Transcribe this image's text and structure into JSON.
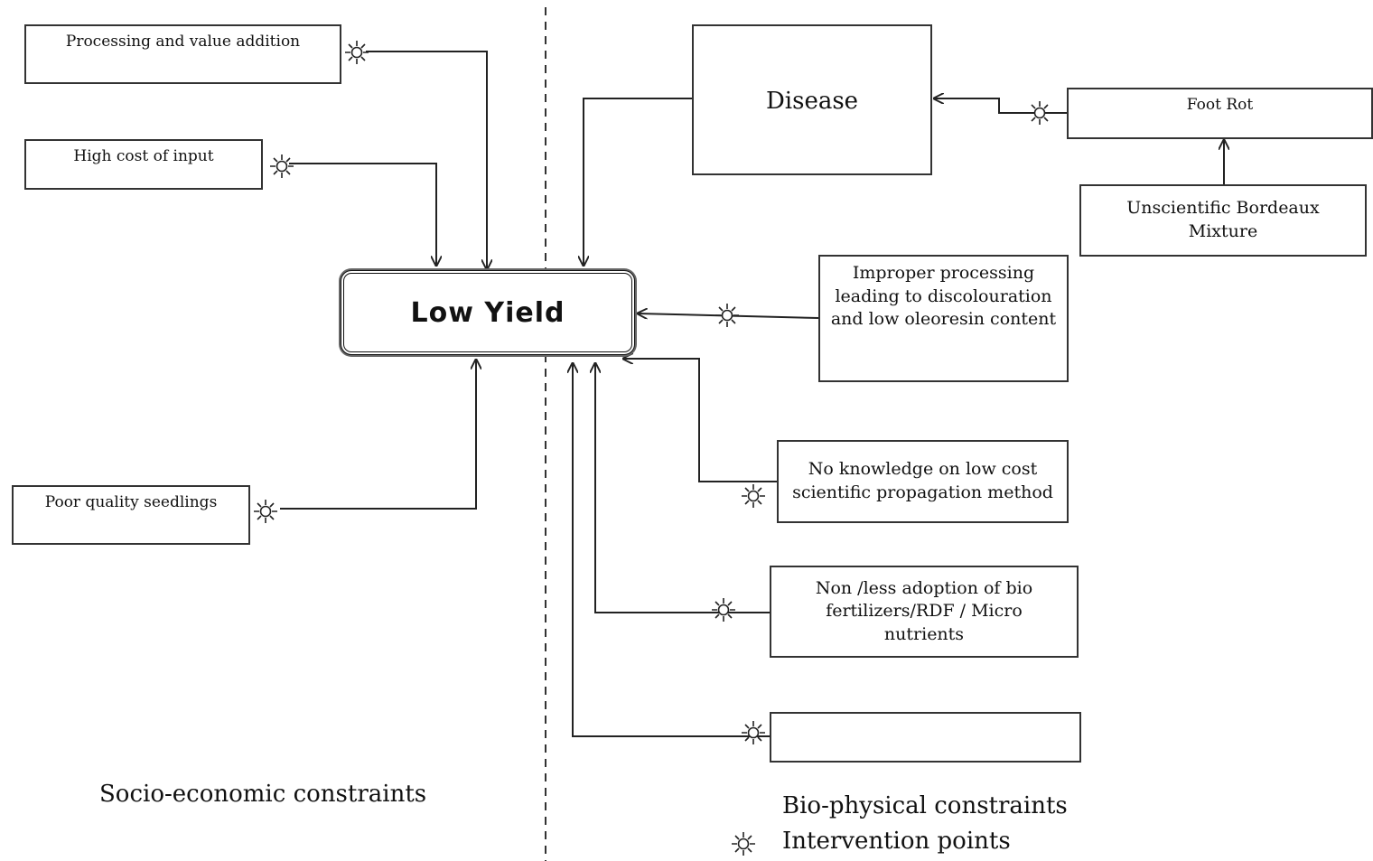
{
  "center": {
    "label": "Low Yield"
  },
  "socio_economic": {
    "heading": "Socio-economic constraints",
    "boxes": [
      "Processing and value addition",
      "High cost of input",
      "Poor quality seedlings"
    ]
  },
  "bio_physical": {
    "heading": "Bio-physical constraints",
    "disease": "Disease",
    "foot_rot": "Foot Rot",
    "bordeaux": "Unscientific Bordeaux Mixture",
    "processing": "Improper processing leading to discolouration and low oleoresin content",
    "propagation": "No knowledge on low cost scientific propagation method",
    "fertilizers": "Non /less adoption of bio fertilizers/RDF / Micro nutrients",
    "empty_box": ""
  },
  "legend": {
    "label": "Intervention points",
    "icon": "sun-icon"
  }
}
